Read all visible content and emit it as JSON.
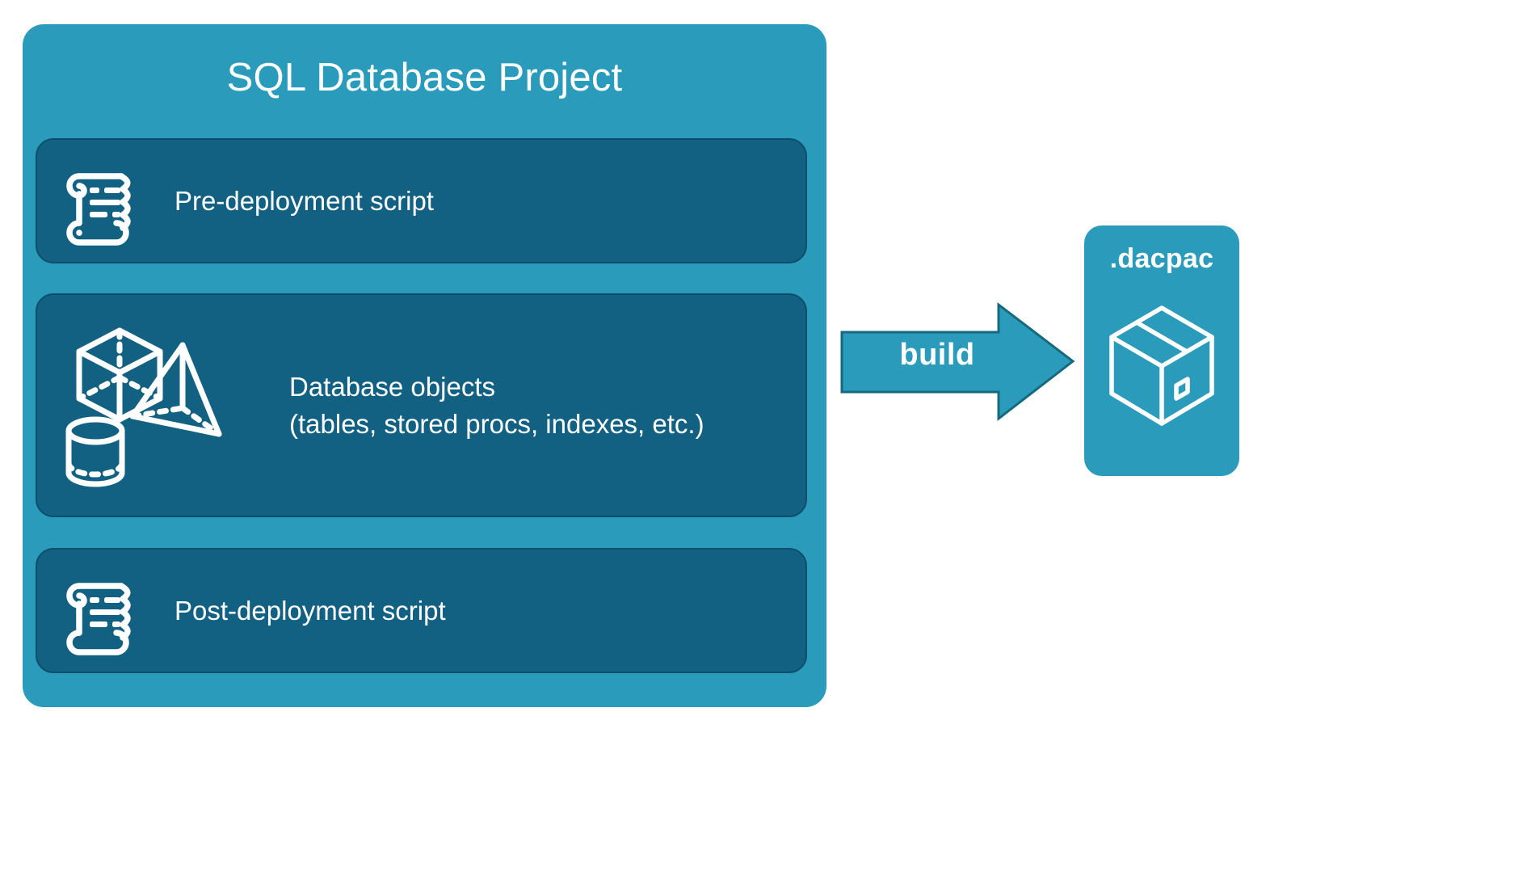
{
  "diagram": {
    "type": "flow-diagram",
    "background_color": "#ffffff",
    "project": {
      "title": "SQL Database Project",
      "card_color": "#2a9bba",
      "item_color": "#126183",
      "item_border_color": "#0d4f6b",
      "items": [
        {
          "id": "pre-deployment",
          "label": "Pre-deployment script",
          "icon": "scroll-icon"
        },
        {
          "id": "database-objects",
          "label": "Database objects\n(tables, stored procs, indexes, etc.)",
          "icon": "shapes-icon"
        },
        {
          "id": "post-deployment",
          "label": "Post-deployment script",
          "icon": "scroll-icon"
        }
      ]
    },
    "arrow": {
      "label": "build",
      "fill_color": "#2a9bba",
      "stroke_color": "#166b87",
      "direction": "right"
    },
    "output": {
      "title": ".dacpac",
      "card_color": "#2a9bba",
      "icon": "package-box-icon"
    }
  }
}
